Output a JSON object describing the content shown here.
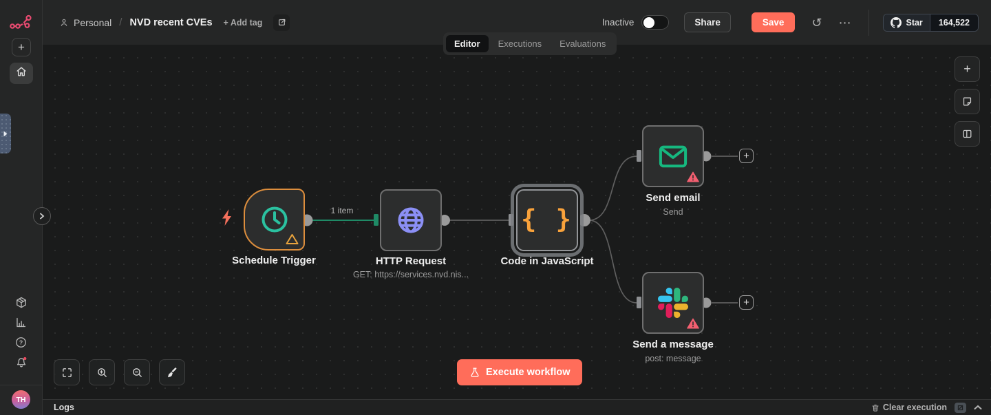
{
  "colors": {
    "brand": "#ea4b71",
    "accent": "#ff6d5a",
    "success_edge": "#1f8a66",
    "warning": "#e8a33d",
    "danger": "#f25f70",
    "node_purple": "#8b8ff5",
    "node_teal": "#2bc1a0",
    "node_green": "#16b87f",
    "node_orange": "#f9a23b"
  },
  "sidebar": {
    "avatar_initials": "TH"
  },
  "header": {
    "breadcrumb": {
      "project": "Personal",
      "separator": "/",
      "workflow_name": "NVD recent CVEs"
    },
    "add_tag_label": "+ Add tag",
    "status_label": "Inactive",
    "share_label": "Share",
    "save_label": "Save"
  },
  "github": {
    "star_label": "Star",
    "star_count": "164,522"
  },
  "tabs": [
    {
      "label": "Editor",
      "active": true
    },
    {
      "label": "Executions",
      "active": false
    },
    {
      "label": "Evaluations",
      "active": false
    }
  ],
  "canvas": {
    "connection_label": "1 item",
    "execute_button": "Execute workflow",
    "nodes": [
      {
        "name": "Schedule Trigger",
        "subtitle": ""
      },
      {
        "name": "HTTP Request",
        "subtitle": "GET: https://services.nvd.nis..."
      },
      {
        "name": "Code in JavaScript",
        "subtitle": ""
      },
      {
        "name": "Send email",
        "subtitle": "Send"
      },
      {
        "name": "Send a message",
        "subtitle": "post: message"
      }
    ]
  },
  "logs": {
    "title": "Logs",
    "clear_button": "Clear execution"
  },
  "icons": {
    "plus": "+",
    "more": "⋯",
    "history": "↺",
    "braces": "{ }",
    "question": "?"
  }
}
